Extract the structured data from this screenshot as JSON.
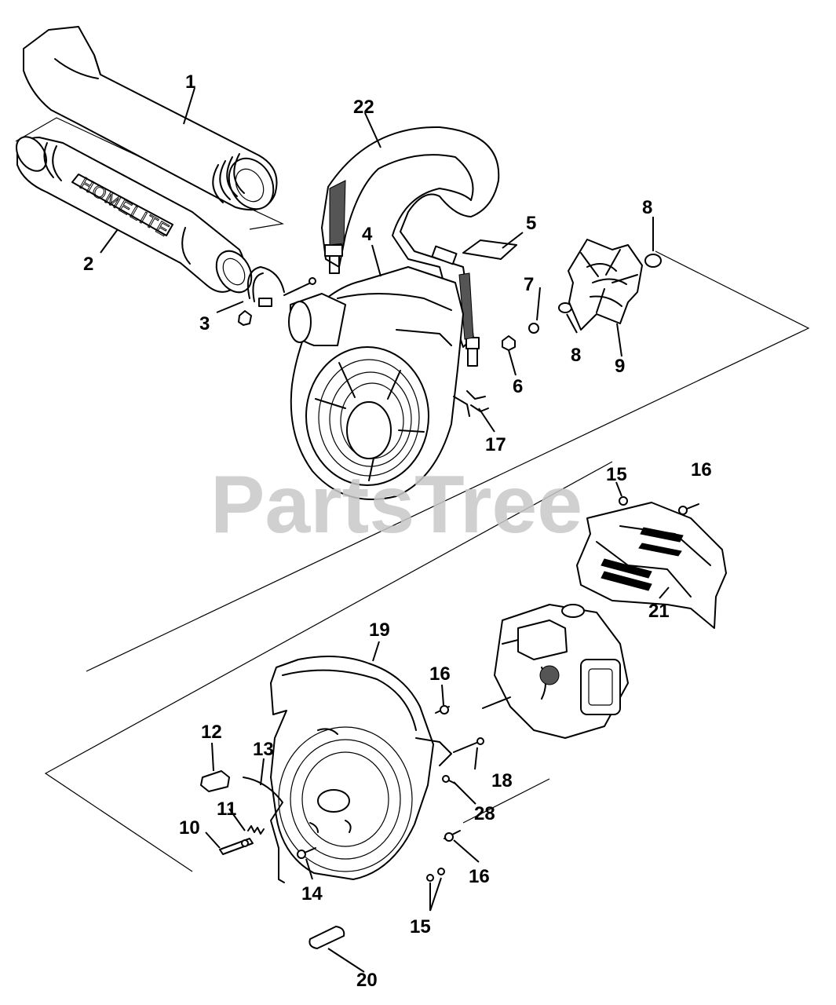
{
  "watermark": "PartsTree",
  "brand_on_tube": "HOMELITE",
  "part_labels": [
    {
      "key": "label-1",
      "text": "1"
    },
    {
      "key": "label-2",
      "text": "2"
    },
    {
      "key": "label-3",
      "text": "3"
    },
    {
      "key": "label-4",
      "text": "4"
    },
    {
      "key": "label-5",
      "text": "5"
    },
    {
      "key": "label-6",
      "text": "6"
    },
    {
      "key": "label-7",
      "text": "7"
    },
    {
      "key": "label-8a",
      "text": "8"
    },
    {
      "key": "label-8b",
      "text": "8"
    },
    {
      "key": "label-9",
      "text": "9"
    },
    {
      "key": "label-10",
      "text": "10"
    },
    {
      "key": "label-11",
      "text": "11"
    },
    {
      "key": "label-12",
      "text": "12"
    },
    {
      "key": "label-13",
      "text": "13"
    },
    {
      "key": "label-14",
      "text": "14"
    },
    {
      "key": "label-15a",
      "text": "15"
    },
    {
      "key": "label-15b",
      "text": "15"
    },
    {
      "key": "label-16a",
      "text": "16"
    },
    {
      "key": "label-16b",
      "text": "16"
    },
    {
      "key": "label-16c",
      "text": "16"
    },
    {
      "key": "label-17",
      "text": "17"
    },
    {
      "key": "label-18",
      "text": "18"
    },
    {
      "key": "label-19",
      "text": "19"
    },
    {
      "key": "label-20",
      "text": "20"
    },
    {
      "key": "label-21",
      "text": "21"
    },
    {
      "key": "label-22",
      "text": "22"
    },
    {
      "key": "label-28",
      "text": "28"
    }
  ]
}
